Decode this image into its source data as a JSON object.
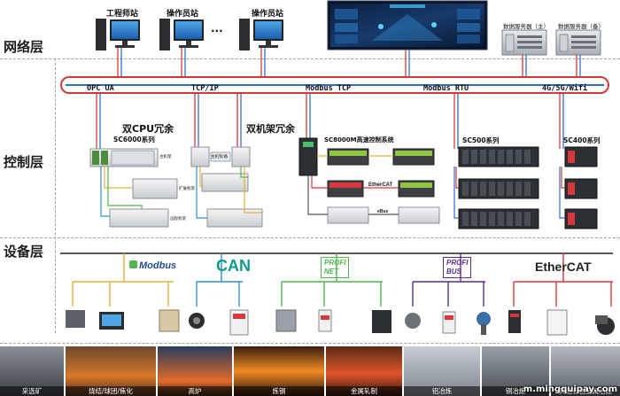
{
  "layers": {
    "network": "网络层",
    "control": "控制层",
    "device": "设备层"
  },
  "stations": {
    "engineer": "工程师站",
    "operator1": "操作员站",
    "ellipsis": "···",
    "operator2": "操作员站"
  },
  "servers": {
    "primary": "数据服务器（主）",
    "backup": "数据服务器（备）"
  },
  "bus": {
    "protocols": [
      "OPC UA",
      "TCP/IP",
      "Modbus TCP",
      "Modbus RTU",
      "4G/5G/Wifi"
    ]
  },
  "control": {
    "dual_cpu": "双CPU冗余",
    "sc6000": "SC6000系列",
    "dual_rack": "双机架冗余",
    "sc8000m": "SC8000M高速控制系统",
    "sc500": "SC500系列",
    "sc400": "SC400系列",
    "ethercat_small": "EtherCAT",
    "ebus": "eBus",
    "io_labels": {
      "a": "主机架",
      "b": "扩展机架",
      "c": "远程机架",
      "d": "主机架/备"
    }
  },
  "protocols": {
    "modbus": "Modbus",
    "can": "CAN",
    "profinet_top": "PROFI",
    "profinet_bottom": "NET",
    "profibus_top": "PROFI",
    "profibus_bottom": "BUS",
    "ethercat": "EtherCAT"
  },
  "industries": [
    "采选矿",
    "烧结/球团/焦化",
    "高炉",
    "炼钢",
    "金属轧制",
    "铝冶炼",
    "铜冶炼",
    "其他有色金属冶炼"
  ],
  "watermark": "m.mingquipay.com",
  "colors": {
    "bus_red": "#d6383b",
    "bus_blue": "#2f6fd0",
    "modbus_line": "#e2b13a",
    "can_line": "#2f8fd6",
    "profinet_line": "#52b44b",
    "profibus_line": "#5a2d8c",
    "ethercat_line": "#d6383b"
  }
}
